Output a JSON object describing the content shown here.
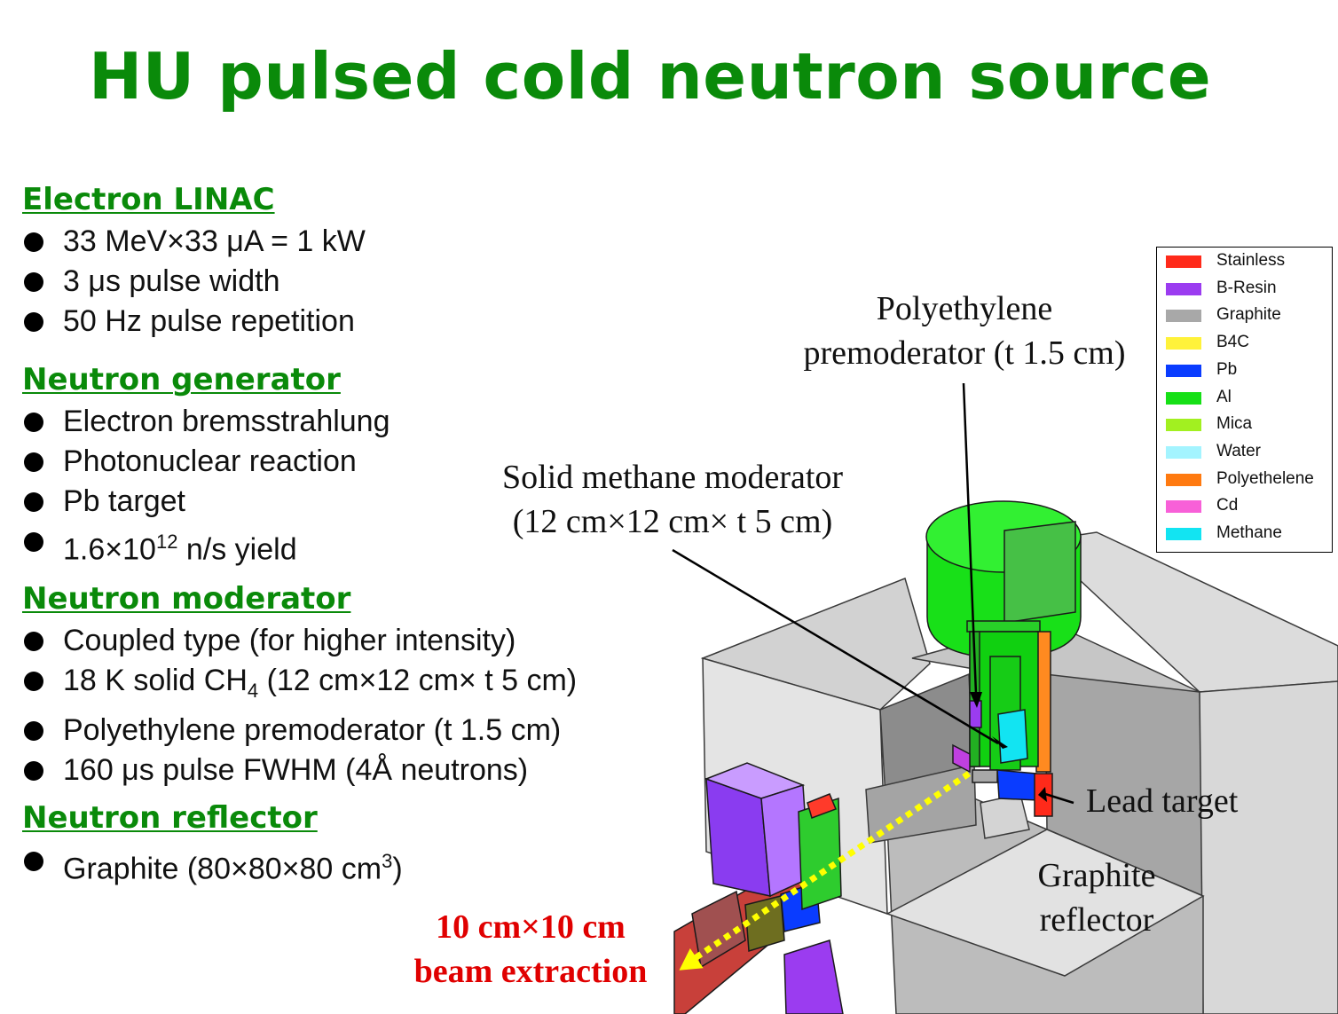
{
  "title": "HU pulsed cold neutron source",
  "sections": [
    {
      "heading": "Electron LINAC",
      "items": [
        "33 MeV×33 μA = 1 kW",
        "3 μs pulse width",
        "50 Hz pulse repetition"
      ]
    },
    {
      "heading": "Neutron generator",
      "items": [
        "Electron bremsstrahlung",
        "Photonuclear reaction",
        "Pb target"
      ]
    },
    {
      "heading": "Neutron moderator",
      "items": [
        "Coupled type (for higher intensity)",
        "Polyethylene premoderator (t 1.5 cm)",
        "160 μs pulse FWHM (4Å neutrons)"
      ]
    },
    {
      "heading": "Neutron reflector",
      "items": []
    }
  ],
  "rich_items": {
    "yield_a": "1.6×10",
    "yield_sup": "12",
    "yield_b": " n/s yield",
    "ch4_a": "18 K solid CH",
    "ch4_sub": "4",
    "ch4_b": " (12 cm×12 cm× t 5 cm)",
    "graphite_a": "Graphite (80×80×80 cm",
    "graphite_sup": "3",
    "graphite_b": ")"
  },
  "diagram_labels": {
    "polyethylene_1": "Polyethylene",
    "polyethylene_2": "premoderator (t 1.5 cm)",
    "methane_1": "Solid methane moderator",
    "methane_2": "(12 cm×12 cm× t 5 cm)",
    "lead_target": "Lead target",
    "graphite_1": "Graphite",
    "graphite_2": "reflector",
    "beam_1": "10 cm×10 cm",
    "beam_2": "beam extraction"
  },
  "legend": [
    {
      "label": "Stainless",
      "color": "#ff2a1a"
    },
    {
      "label": "B-Resin",
      "color": "#9b3cf0"
    },
    {
      "label": "Graphite",
      "color": "#a8a8a8"
    },
    {
      "label": "B4C",
      "color": "#fff23a"
    },
    {
      "label": "Pb",
      "color": "#0a3cff"
    },
    {
      "label": "Al",
      "color": "#16e016"
    },
    {
      "label": "Mica",
      "color": "#a2f020"
    },
    {
      "label": "Water",
      "color": "#a4f4ff"
    },
    {
      "label": "Polyethelene",
      "color": "#ff7a10"
    },
    {
      "label": "Cd",
      "color": "#f860d8"
    },
    {
      "label": "Methane",
      "color": "#12e4f2"
    }
  ],
  "colors": {
    "title": "#0a8a0a",
    "beam_text": "#e00000",
    "beam_arrow": "#ffff00"
  }
}
